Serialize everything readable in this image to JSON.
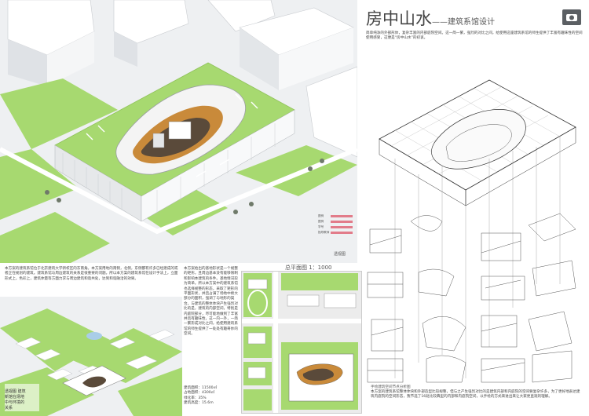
{
  "title": {
    "main": "房中山水",
    "sub": "——建筑系馆设计"
  },
  "intro": "简单纯净的外部形体，复杂丰富的内部庭院空间。这一简一繁，强烈的对比之间，给使用这座建筑系馆的师生提供了丰富有趣味性的空间使用感受，这便是“房中山水”的初衷。",
  "legend": {
    "items": [
      {
        "label": "图例",
        "color": "#e27c8a"
      },
      {
        "label": "图例",
        "color": "#e27c8a"
      },
      {
        "label": "学号",
        "color": "#e27c8a"
      },
      {
        "label": "指导教师",
        "color": "#e27c8a"
      }
    ]
  },
  "captions": {
    "perspective": "透视图",
    "plan": "总平面图  1：1000",
    "axon": "手绘建筑空间节点分析图",
    "site": "透视图 建筑\n新馆在场地\n中与环境的\n关系"
  },
  "text_left": "本方案的建筑系馆位于北京建筑大学新校区的东南角。本方案用地的南侧，北侧，东侧都有许多已经建成的或者正在规划的建筑。建筑系馆与周边建筑的关系是很重要的问题。所以本方案的建筑系馆在设计手法上，立面形式上，色彩上，建筑体量等方面力求与周边建筑和谐共处，达到和谐融洽的效果。",
  "text_middle": "本方案给出的基地形状是一个规整的矩形，且周边基本没有能够限制和影响本建筑的条件。基地情况较为简单。所以本方案中的建筑系馆也选择规整的形态，采取了矩形的平面形状，并且占满了场地中绝大部分的面积，强调了与地形的契合。与建筑的整体体块产生强烈对比的是，建筑的内部空间，特别是内庭院部分，尽可能地做到了丰富并且有趣味性，这一内一外，一简一繁形成对比之间，给使用建筑系馆的师生提供了一处处有趣奇妙的空间。",
  "stats": [
    "建筑面积：11500㎡",
    "占地面积：4300㎡",
    "绿化率：35%",
    "建筑高度：15.6m"
  ],
  "text_bottom_right": "本方案的建筑系馆整体体块和外部造型比较规整，但与之产生强烈对比的是建筑内部和内庭院的空间要复杂许多，为了更好地表达建筑内庭院的空间形态，我节选了16处比较典型的内部和内庭院空间，以手绘的方式来进出来让大家更直观的理解。",
  "colors": {
    "green": "#a7d970",
    "green_dark": "#7cbf4a",
    "accent": "#e27c8a",
    "orange": "#c98a3a"
  },
  "icons": [
    "camera-icon"
  ]
}
